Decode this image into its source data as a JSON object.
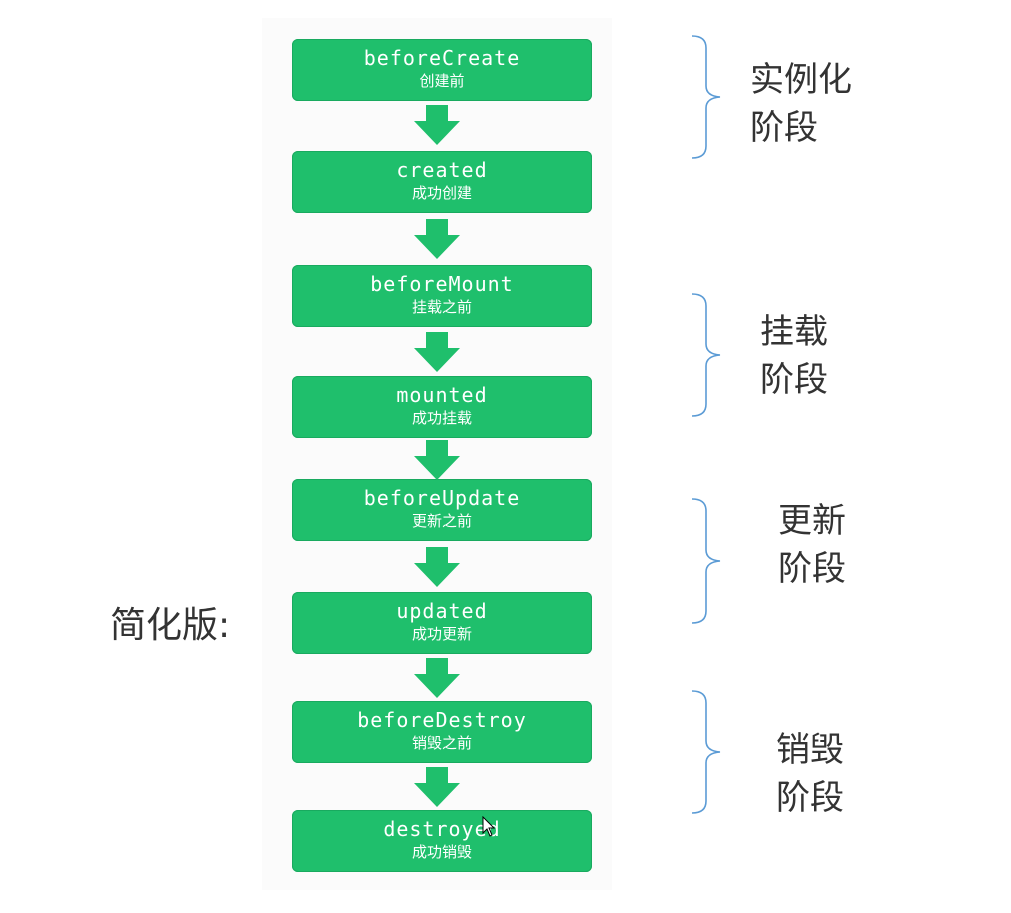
{
  "side_label": "简化版:",
  "colors": {
    "box_fill": "#1fbf6c",
    "arrow_fill": "#1fbf6c",
    "brace_stroke": "#5b9bd5",
    "phase_text": "#333333"
  },
  "steps": [
    {
      "en": "beforeCreate",
      "zh": "创建前"
    },
    {
      "en": "created",
      "zh": "成功创建"
    },
    {
      "en": "beforeMount",
      "zh": "挂载之前"
    },
    {
      "en": "mounted",
      "zh": "成功挂载"
    },
    {
      "en": "beforeUpdate",
      "zh": "更新之前"
    },
    {
      "en": "updated",
      "zh": "成功更新"
    },
    {
      "en": "beforeDestroy",
      "zh": "销毁之前"
    },
    {
      "en": "destroyed",
      "zh": "成功销毁"
    }
  ],
  "phases": [
    {
      "line1": "实例化",
      "line2": "阶段"
    },
    {
      "line1": "挂载",
      "line2": "阶段"
    },
    {
      "line1": "更新",
      "line2": "阶段"
    },
    {
      "line1": "销毁",
      "line2": "阶段"
    }
  ]
}
